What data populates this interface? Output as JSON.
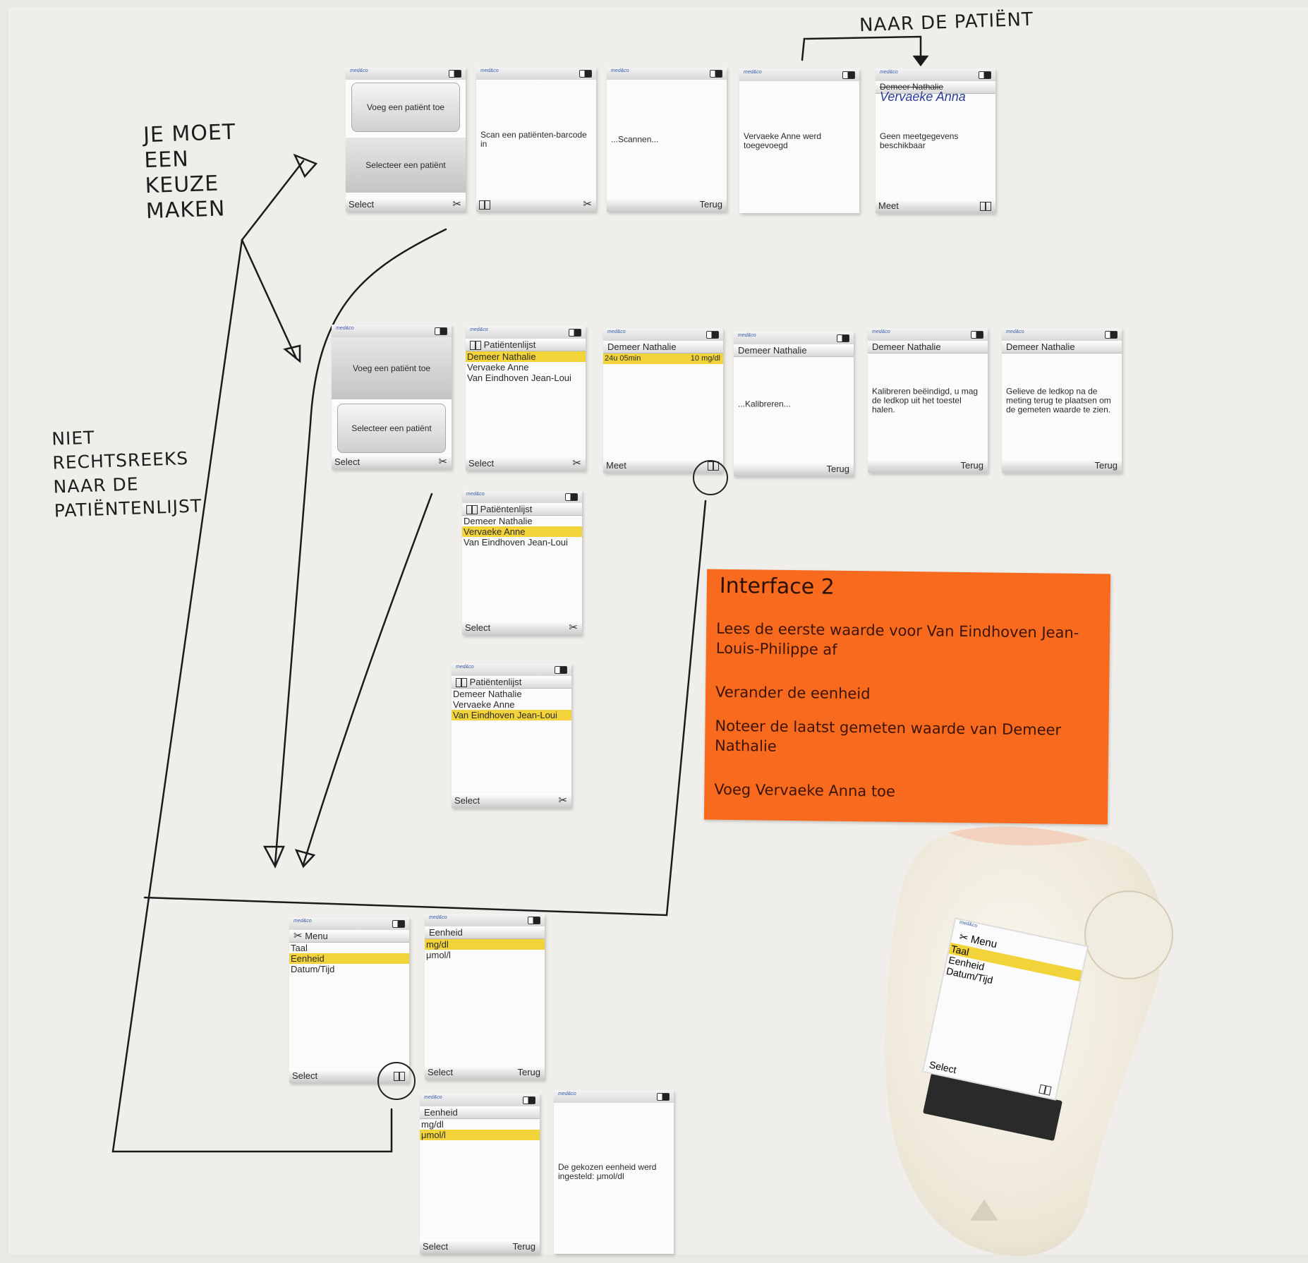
{
  "annotations": {
    "naar_de_patient": "NAAR DE PATIËNT",
    "je_moet": "JE MOET\nEEN\nKEUZE\nMAKEN",
    "niet_rechtsreeks": "NIET\nRECHTSREEKS\nNAAR DE\nPATIËNTENLIJST"
  },
  "softkeys": {
    "select": "Select",
    "terug": "Terug",
    "meet": "Meet"
  },
  "labels": {
    "voeg_patient": "Voeg een patiënt toe",
    "selecteer_patient": "Selecteer een patiënt",
    "scan_barcode": "Scan een patiënten-barcode in",
    "scannen": "...Scannen...",
    "anne_toegevoegd": "Vervaeke Anne werd toegevoegd",
    "demeer_strike": "Demeer Nathalie",
    "vervaeke_hand": "Vervaeke Anna",
    "geen_meetgegevens": "Geen meetgegevens beschikbaar",
    "patientenlijst": "Patiëntenlijst",
    "demeer": "Demeer Nathalie",
    "vervaeke": "Vervaeke Anne",
    "van_eindhoven": "Van Eindhoven Jean-Loui",
    "meting_time": "24u 05min",
    "meting_value": "10 mg/dl",
    "kalibreren": "...Kalibreren...",
    "kalibreren_beeindigd": "Kalibreren beëindigd, u mag de ledkop uit het toestel halen.",
    "ledkop_terug": "Gelieve de ledkop na de meting terug te plaatsen om de gemeten waarde te zien.",
    "menu": "Menu",
    "taal": "Taal",
    "eenheid": "Eenheid",
    "datum_tijd": "Datum/Tijd",
    "mgdl": "mg/dl",
    "umol": "μmol/l",
    "eenheid_ingesteld": "De gekozen eenheid werd ingesteld: μmol/dl"
  },
  "note": {
    "title": "Interface 2",
    "tasks": [
      "Lees de eerste waarde voor Van Eindhoven Jean-Louis-Philippe af",
      "Verander de eenheid",
      "Noteer de laatst gemeten waarde van Demeer Nathalie",
      "Voeg Vervaeke Anna toe"
    ]
  },
  "colors": {
    "highlight": "#f2d43a",
    "note": "#f86b1e",
    "board": "#efeeea"
  }
}
